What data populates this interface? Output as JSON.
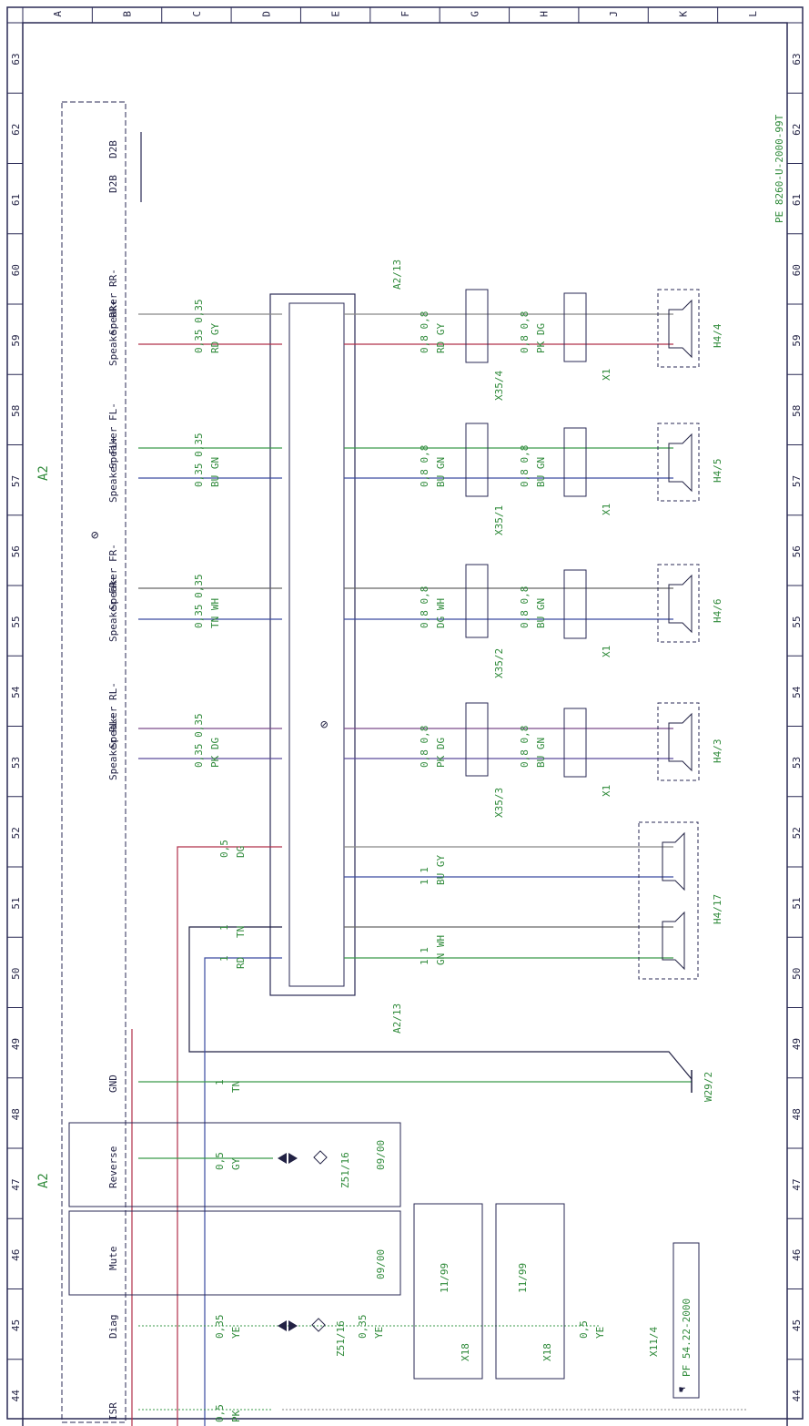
{
  "columns": [
    "A",
    "B",
    "C",
    "D",
    "E",
    "F",
    "G",
    "H",
    "J",
    "K",
    "L"
  ],
  "rows": [
    "63",
    "62",
    "61",
    "60",
    "59",
    "58",
    "57",
    "56",
    "55",
    "54",
    "53",
    "52",
    "51",
    "50",
    "49",
    "48",
    "47",
    "46",
    "45",
    "44"
  ],
  "drawing_ref": "PE 8260-U-2000-99T",
  "ref_box": "PF 54.22-2000",
  "module_a2": "A2",
  "module_a2_13": "A2/13",
  "pins": {
    "d2b_1": "D2B",
    "d2b_2": "D2B",
    "rr_minus": "Speaker RR-",
    "rr_plus": "Speaker RR+",
    "fl_minus": "Speaker FL-",
    "fl_plus": "Speaker FL+",
    "fr_minus": "Speaker FR-",
    "fr_plus": "Speaker FR+",
    "rl_minus": "Speaker RL-",
    "rl_plus": "Speaker RL+",
    "gnd": "GND",
    "reverse": "Reverse",
    "mute": "Mute",
    "diag": "Diag",
    "isr": "ISR"
  },
  "wires": {
    "rr": [
      "0,35 0,35",
      "RD  GY"
    ],
    "fl": [
      "0,35 0,35",
      "BU  GN"
    ],
    "fr": [
      "0,35 0,35",
      "TN  WH"
    ],
    "rl": [
      "0,35 0,35",
      "PK  DG"
    ],
    "a1": [
      "0,5",
      "DG"
    ],
    "tn": [
      "1",
      "TN"
    ],
    "rd": [
      "1",
      "RD"
    ],
    "gnd": [
      "1",
      "TN"
    ],
    "rev": [
      "0,5",
      "GY"
    ],
    "diag": [
      "0,35",
      "YE"
    ],
    "diag2": [
      "0,35",
      "YE"
    ],
    "isr": [
      "0,5",
      "PK"
    ],
    "x11": [
      "0,5",
      "YE"
    ]
  },
  "right_wires": {
    "h44a": [
      "0,8  0,8",
      "RD  GY"
    ],
    "h44b": [
      "0,8  0,8",
      "PK  DG"
    ],
    "h45a": [
      "0,8  0,8",
      "BU  GN"
    ],
    "h45b": [
      "0,8  0,8",
      "BU  GN"
    ],
    "h46a": [
      "0,8  0,8",
      "DG  WH"
    ],
    "h46b": [
      "0,8  0,8",
      "BU  GN"
    ],
    "h43a": [
      "0,8  0,8",
      "PK  DG"
    ],
    "h43b": [
      "0,8  0,8",
      "BU  GN"
    ],
    "h417a": [
      "1  1",
      "BU  GY"
    ],
    "h417b": [
      "1  1",
      "GN  WH"
    ]
  },
  "connectors": {
    "x35_4": "X35/4",
    "x35_1": "X35/1",
    "x35_2": "X35/2",
    "x35_3": "X35/3",
    "x1": "X1",
    "x18": "X18",
    "x11_4": "X11/4"
  },
  "speakers": {
    "h4_4": "H4/4",
    "h4_5": "H4/5",
    "h4_6": "H4/6",
    "h4_3": "H4/3",
    "h4_17": "H4/17"
  },
  "w29_2": "W29/2",
  "z51_16": "Z51/16",
  "dates": {
    "d0900a": "09/00",
    "d0900b": "09/00",
    "d1199a": "11/99",
    "d1199b": "11/99"
  },
  "colors": {
    "frame": "#2a2a55",
    "wire_rd": "#b0304a",
    "wire_gn": "#3a9a4a",
    "wire_bu": "#3a4aa0",
    "wire_gy": "#888888",
    "text_green": "#2f8a3a",
    "text_dark": "#222244"
  }
}
